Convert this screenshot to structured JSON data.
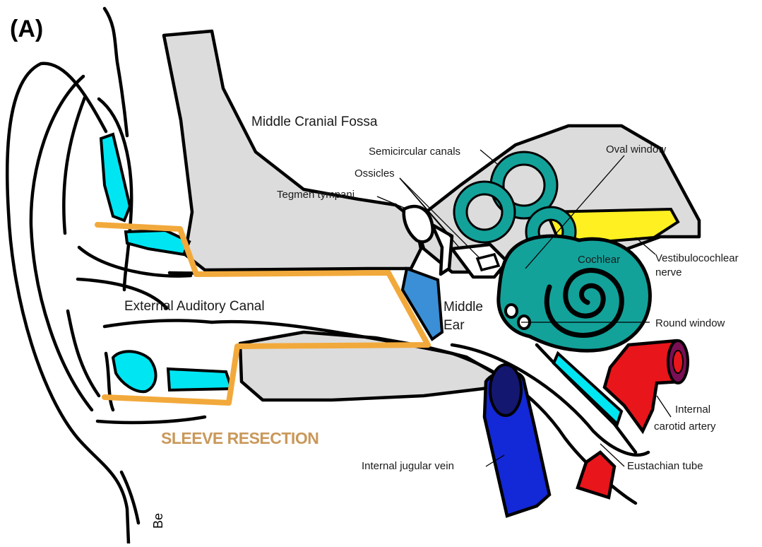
{
  "panel_label": "(A)",
  "labels": {
    "middle_cranial_fossa": "Middle Cranial Fossa",
    "semicircular_canals": "Semicircular canals",
    "oval_window": "Oval window",
    "ossicles": "Ossicles",
    "tegmen_tympani": "Tegmen tympani",
    "cochlear": "Cochlear",
    "vestibulocochlear_1": "Vestibulocochlear",
    "vestibulocochlear_2": "nerve",
    "external_auditory_canal": "External Auditory Canal",
    "middle_ear_1": "Middle",
    "middle_ear_2": "Ear",
    "round_window": "Round window",
    "sleeve_resection": "SLEEVE RESECTION",
    "internal_carotid_1": "Internal",
    "internal_carotid_2": "carotid artery",
    "internal_jugular_vein": "Internal jugular vein",
    "eustachian_tube": "Eustachian tube"
  },
  "colors": {
    "outline": "#000000",
    "bone": "#dcdcdc",
    "cartilage": "#00e5f2",
    "inner_ear": "#12a29a",
    "nerve": "#fff021",
    "tympanic_membrane": "#3a8fd6",
    "resection": "#f2a93b",
    "resection_text": "#c9985a",
    "artery": "#e8151b",
    "artery_lumen": "#7a0f55",
    "vein": "#1328d6",
    "vein_lumen": "#141770"
  }
}
